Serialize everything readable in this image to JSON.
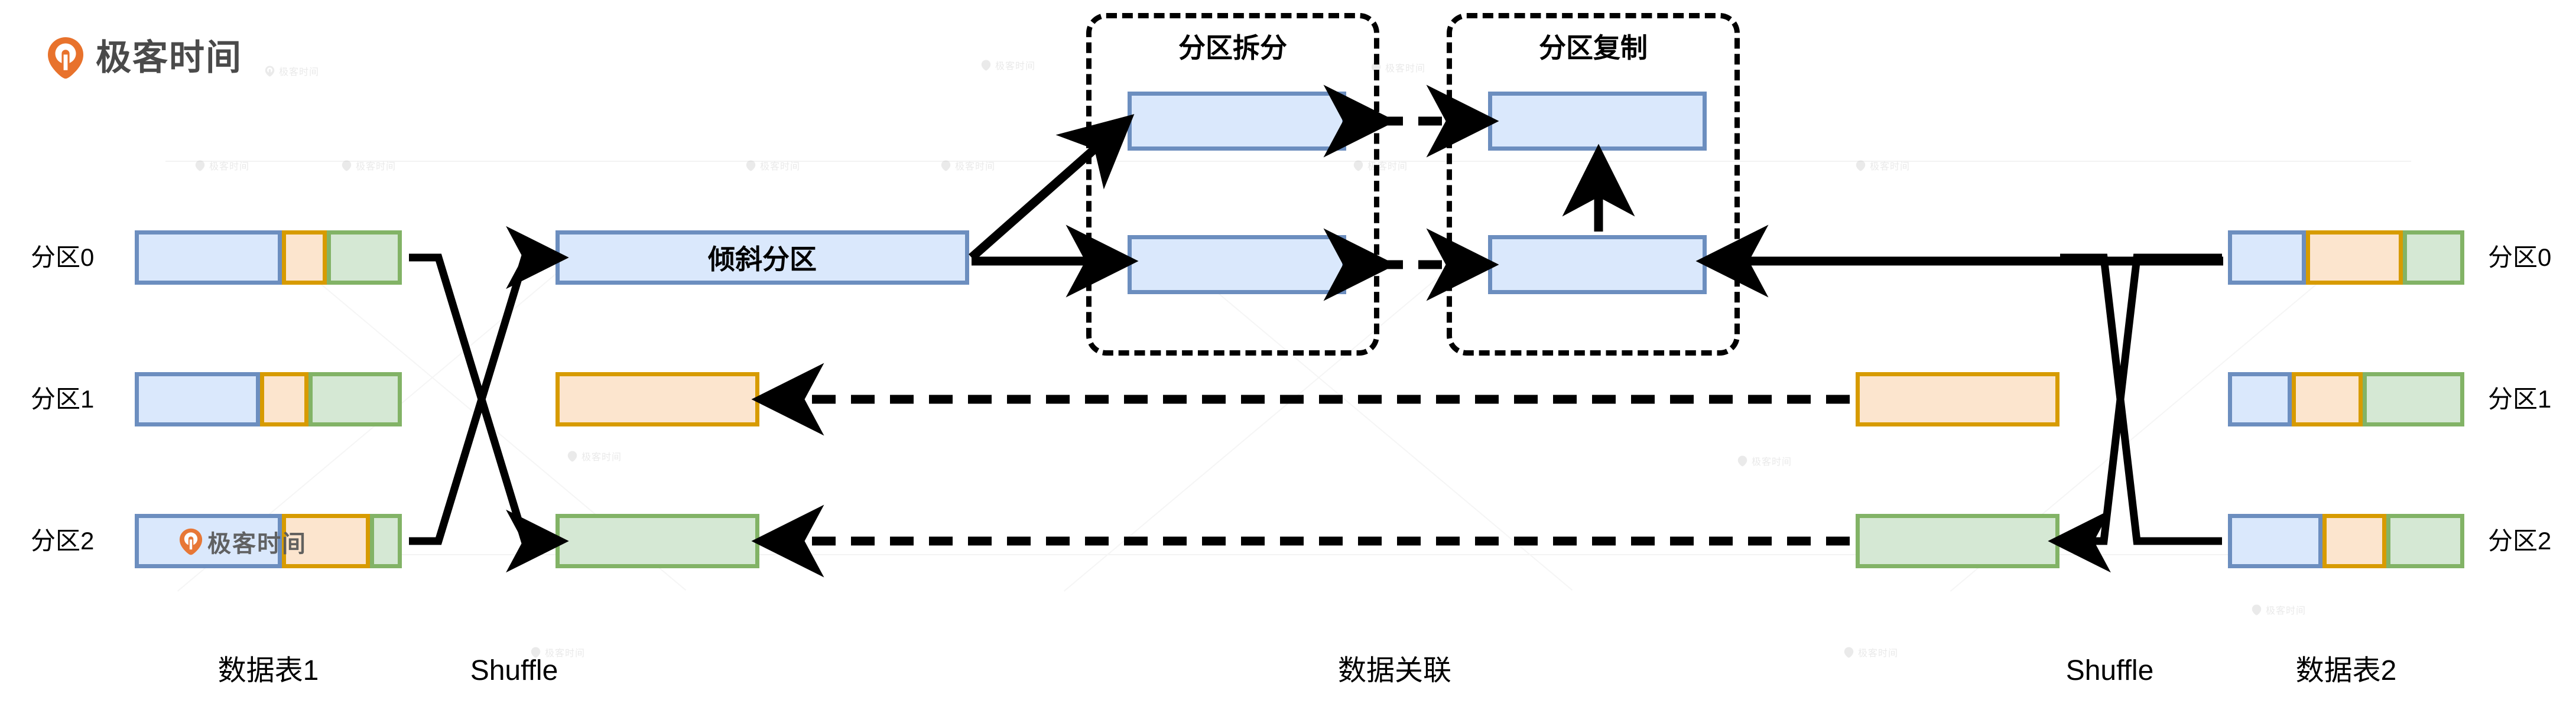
{
  "brand": {
    "name": "极客时间",
    "logo_icon": "geektime-pin-icon",
    "logo_color": "#E8722C"
  },
  "watermark": {
    "text": "极客时间",
    "icon": "geektime-pin-icon"
  },
  "palette": {
    "blue_fill": "#DAE8FC",
    "blue_border": "#6C8EBF",
    "orange_fill": "#FCE5CE",
    "orange_border": "#D79B00",
    "green_fill": "#D5E8D4",
    "green_border": "#82B366",
    "stroke": "#000000"
  },
  "left_table": {
    "caption": "数据表1",
    "partitions": [
      {
        "label": "分区0",
        "segments": [
          {
            "color": "blue",
            "pct": 55
          },
          {
            "color": "orange",
            "pct": 17
          },
          {
            "color": "green",
            "pct": 28
          }
        ]
      },
      {
        "label": "分区1",
        "segments": [
          {
            "color": "blue",
            "pct": 47
          },
          {
            "color": "orange",
            "pct": 18
          },
          {
            "color": "green",
            "pct": 35
          }
        ]
      },
      {
        "label": "分区2",
        "segments": [
          {
            "color": "blue",
            "pct": 55
          },
          {
            "color": "orange",
            "pct": 33
          },
          {
            "color": "green",
            "pct": 12
          }
        ]
      }
    ]
  },
  "left_shuffle": {
    "caption": "Shuffle"
  },
  "right_shuffle": {
    "caption": "Shuffle"
  },
  "right_table": {
    "caption": "数据表2",
    "partitions": [
      {
        "label": "分区0",
        "segments": [
          {
            "color": "blue",
            "pct": 33
          },
          {
            "color": "orange",
            "pct": 41
          },
          {
            "color": "green",
            "pct": 26
          }
        ]
      },
      {
        "label": "分区1",
        "segments": [
          {
            "color": "blue",
            "pct": 27
          },
          {
            "color": "orange",
            "pct": 30
          },
          {
            "color": "green",
            "pct": 43
          }
        ]
      },
      {
        "label": "分区2",
        "segments": [
          {
            "color": "blue",
            "pct": 40
          },
          {
            "color": "orange",
            "pct": 27
          },
          {
            "color": "green",
            "pct": 33
          }
        ]
      }
    ]
  },
  "join": {
    "caption": "数据关联",
    "skew_box_label": "倾斜分区",
    "left_mid_boxes": [
      {
        "color": "orange",
        "label": ""
      },
      {
        "color": "green",
        "label": ""
      }
    ],
    "right_mid_boxes": [
      {
        "color": "orange",
        "label": ""
      },
      {
        "color": "green",
        "label": ""
      }
    ]
  },
  "split_group": {
    "title": "分区拆分",
    "boxes": [
      {
        "color": "blue"
      },
      {
        "color": "blue"
      }
    ]
  },
  "replicate_group": {
    "title": "分区复制",
    "boxes": [
      {
        "color": "blue"
      },
      {
        "color": "blue"
      }
    ]
  }
}
